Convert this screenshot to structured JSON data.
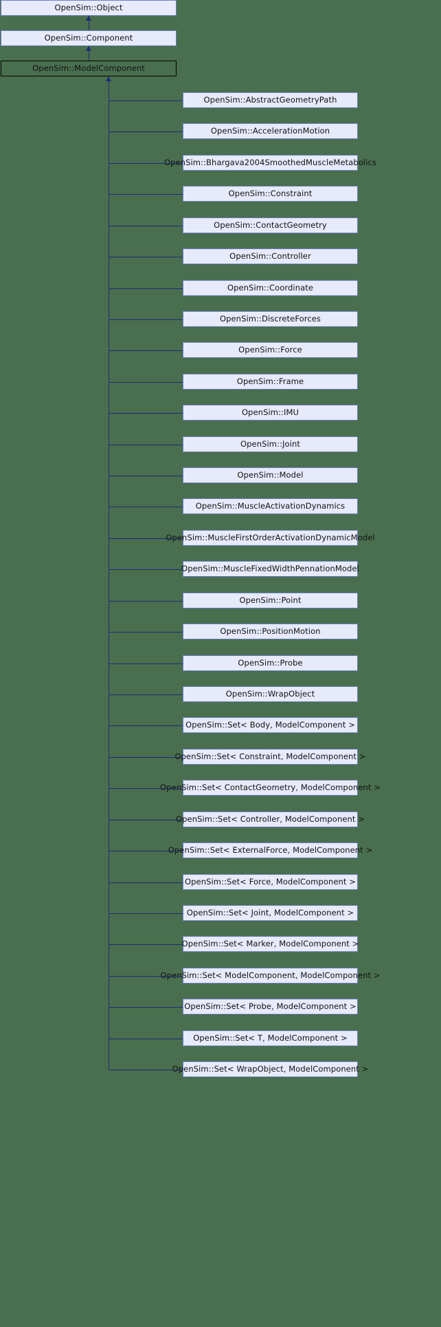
{
  "diagram": {
    "title": "OpenSim::ModelComponent Inheritance Diagram",
    "type": "inheritance-graph",
    "background_color": "#4a6f4e",
    "node_fill_color": "#e7eafa",
    "node_border_color": "#6b7fc4",
    "focal_border_color": "#000000",
    "edge_color": "#1f2a7a"
  },
  "ancestors": [
    {
      "label": "OpenSim::Object"
    },
    {
      "label": "OpenSim::Component"
    },
    {
      "label": "OpenSim::ModelComponent",
      "focal": true
    }
  ],
  "descendants": [
    {
      "label": "OpenSim::AbstractGeometryPath"
    },
    {
      "label": "OpenSim::AccelerationMotion"
    },
    {
      "label": "OpenSim::Bhargava2004SmoothedMuscleMetabolics"
    },
    {
      "label": "OpenSim::Constraint"
    },
    {
      "label": "OpenSim::ContactGeometry"
    },
    {
      "label": "OpenSim::Controller"
    },
    {
      "label": "OpenSim::Coordinate"
    },
    {
      "label": "OpenSim::DiscreteForces"
    },
    {
      "label": "OpenSim::Force"
    },
    {
      "label": "OpenSim::Frame"
    },
    {
      "label": "OpenSim::IMU"
    },
    {
      "label": "OpenSim::Joint"
    },
    {
      "label": "OpenSim::Model"
    },
    {
      "label": "OpenSim::MuscleActivationDynamics"
    },
    {
      "label": "OpenSim::MuscleFirstOrderActivationDynamicModel"
    },
    {
      "label": "OpenSim::MuscleFixedWidthPennationModel"
    },
    {
      "label": "OpenSim::Point"
    },
    {
      "label": "OpenSim::PositionMotion"
    },
    {
      "label": "OpenSim::Probe"
    },
    {
      "label": "OpenSim::WrapObject"
    },
    {
      "label": "OpenSim::Set< Body, ModelComponent >"
    },
    {
      "label": "OpenSim::Set< Constraint, ModelComponent >"
    },
    {
      "label": "OpenSim::Set< ContactGeometry, ModelComponent >"
    },
    {
      "label": "OpenSim::Set< Controller, ModelComponent >"
    },
    {
      "label": "OpenSim::Set< ExternalForce, ModelComponent >"
    },
    {
      "label": "OpenSim::Set< Force, ModelComponent >"
    },
    {
      "label": "OpenSim::Set< Joint, ModelComponent >"
    },
    {
      "label": "OpenSim::Set< Marker, ModelComponent >"
    },
    {
      "label": "OpenSim::Set< ModelComponent, ModelComponent >"
    },
    {
      "label": "OpenSim::Set< Probe, ModelComponent >"
    },
    {
      "label": "OpenSim::Set< T, ModelComponent >"
    },
    {
      "label": "OpenSim::Set< WrapObject, ModelComponent >"
    }
  ]
}
